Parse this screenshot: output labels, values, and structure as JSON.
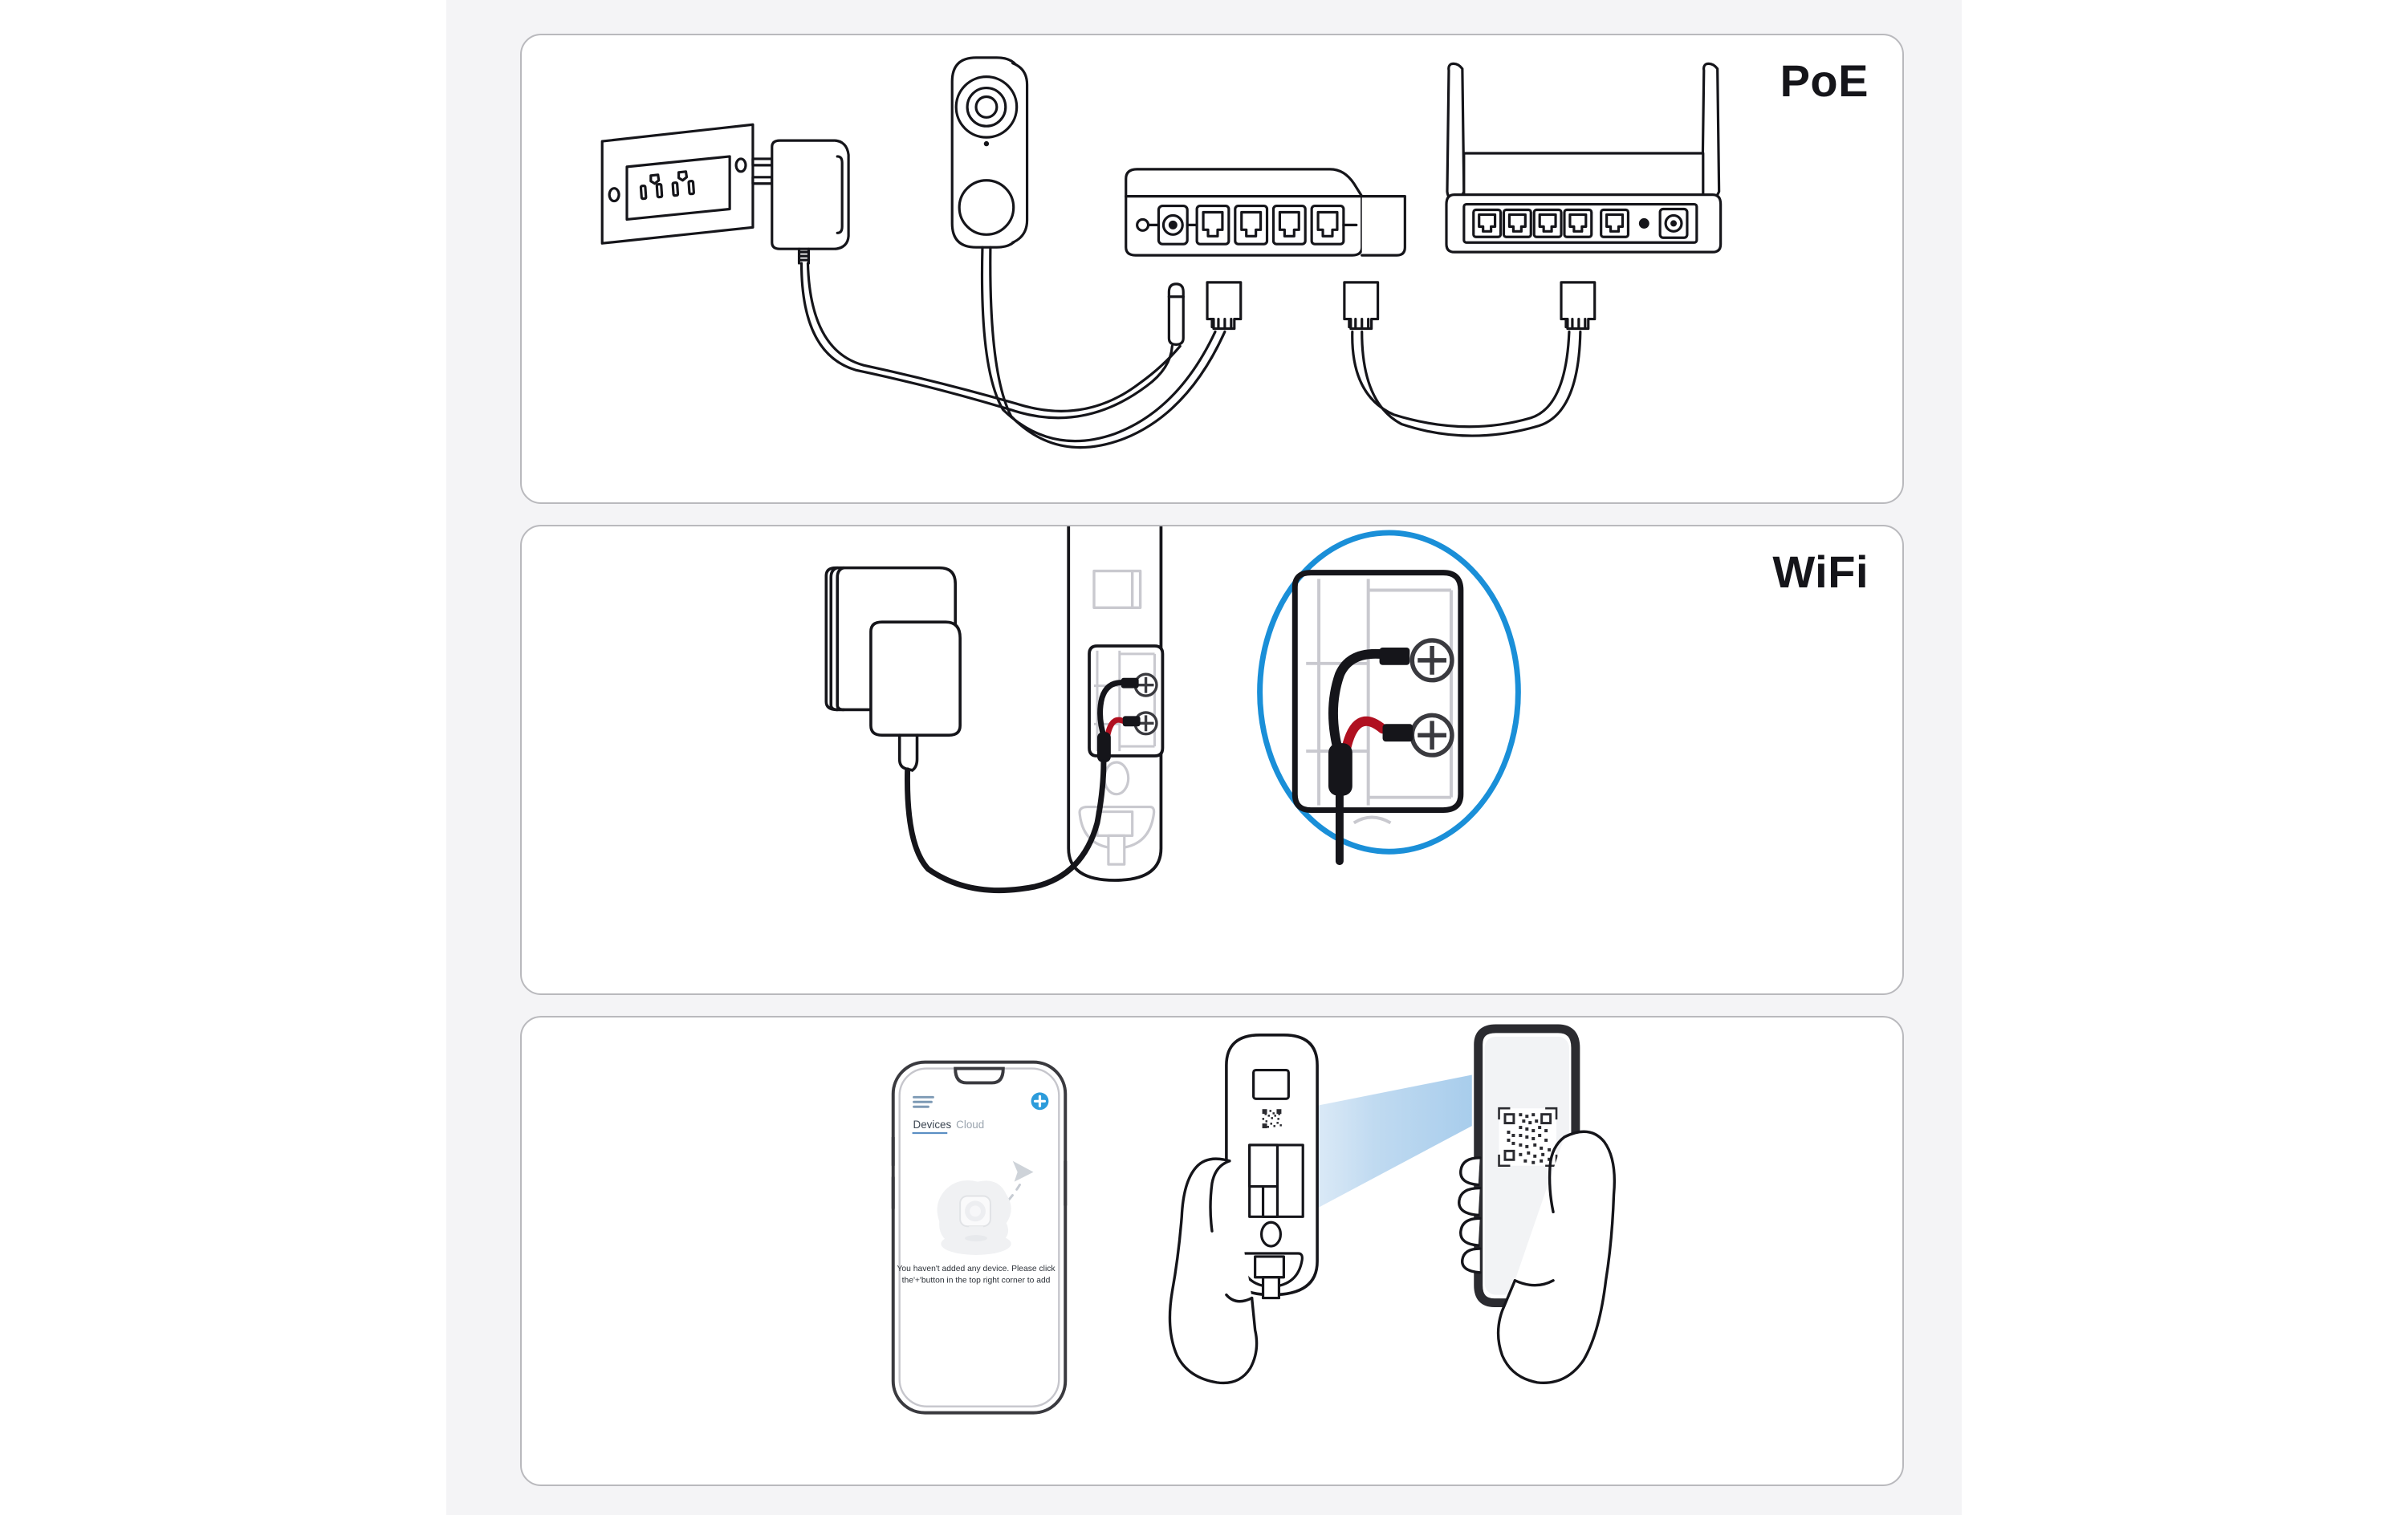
{
  "page": {
    "background_color": "#ffffff",
    "content_background_color": "#f4f4f6",
    "panel_background_color": "#ffffff",
    "panel_border_color": "#b9b9bd",
    "accent_color": "#1a8fd8",
    "wire_red_color": "#b01020",
    "line_color": "#15151a"
  },
  "panels": [
    {
      "id": "poe",
      "label": "PoE",
      "components": [
        {
          "name": "wall-outlet",
          "type": "duplex-ac-outlet",
          "sockets": 2
        },
        {
          "name": "power-adapter",
          "type": "ac-dc-plug-adapter"
        },
        {
          "name": "doorbell-camera",
          "type": "video-doorbell"
        },
        {
          "name": "poe-switch",
          "type": "network-switch",
          "dc_jacks": 1,
          "poe_ports": 4,
          "uplink_ports": 1
        },
        {
          "name": "wifi-router",
          "type": "wireless-router",
          "antennas": 2,
          "lan_ports": 4,
          "wan_ports": 1,
          "reset_buttons": 1,
          "dc_jacks": 1
        }
      ],
      "cables": [
        {
          "name": "dc-power-cable",
          "from": "power-adapter",
          "to": "poe-switch-dc-jack"
        },
        {
          "name": "doorbell-ethernet-cable",
          "from": "doorbell-camera",
          "to": "poe-switch-poe-port"
        },
        {
          "name": "uplink-ethernet-cable",
          "from": "poe-switch-uplink-port",
          "to": "router-wan-port"
        }
      ]
    },
    {
      "id": "wifi",
      "label": "WiFi",
      "components": [
        {
          "name": "power-adapter",
          "type": "ac-dc-plug-adapter"
        },
        {
          "name": "doorbell-chime-base",
          "type": "mounting-bracket"
        },
        {
          "name": "terminal-block",
          "type": "screw-terminal-pair",
          "terminals": 2,
          "terminal_symbol": "⊕"
        },
        {
          "name": "detail-callout",
          "type": "circle-magnifier",
          "color": "#1a8fd8"
        }
      ],
      "cables": [
        {
          "name": "black-wire",
          "color": "#15151a",
          "to": "terminal-upper"
        },
        {
          "name": "red-wire",
          "color": "#b01020",
          "to": "terminal-lower"
        },
        {
          "name": "adapter-dc-cable",
          "color": "#15151a",
          "from": "power-adapter",
          "to": "terminal-block"
        }
      ]
    },
    {
      "id": "app",
      "label": "",
      "components": [
        {
          "name": "smartphone-app-screen",
          "type": "phone-mockup"
        },
        {
          "name": "doorbell-device-in-hand",
          "type": "held-device"
        },
        {
          "name": "smartphone-qr-in-hand",
          "type": "held-phone-with-qr"
        },
        {
          "name": "scan-beam",
          "type": "scan-cone",
          "color": "#bcd9f2"
        }
      ]
    }
  ],
  "app_screen": {
    "menu_icon": "hamburger-menu-icon",
    "add_icon": "plus-circle-icon",
    "add_icon_color": "#2d9cdb",
    "tabs": [
      {
        "label": "Devices",
        "active": true
      },
      {
        "label": "Cloud",
        "active": false
      }
    ],
    "empty_state": {
      "illustration": "camera-placeholder-illustration",
      "arrow": "curved-dashed-arrow-icon",
      "line1": "You haven't added any device. Please click",
      "line2": "the'+'button in the top right corner to add"
    }
  },
  "qr_scan": {
    "device_label_qr": "device-qr-code",
    "phone_screen_qr": "scanned-qr-code",
    "beam_label": "camera-scan-beam"
  }
}
